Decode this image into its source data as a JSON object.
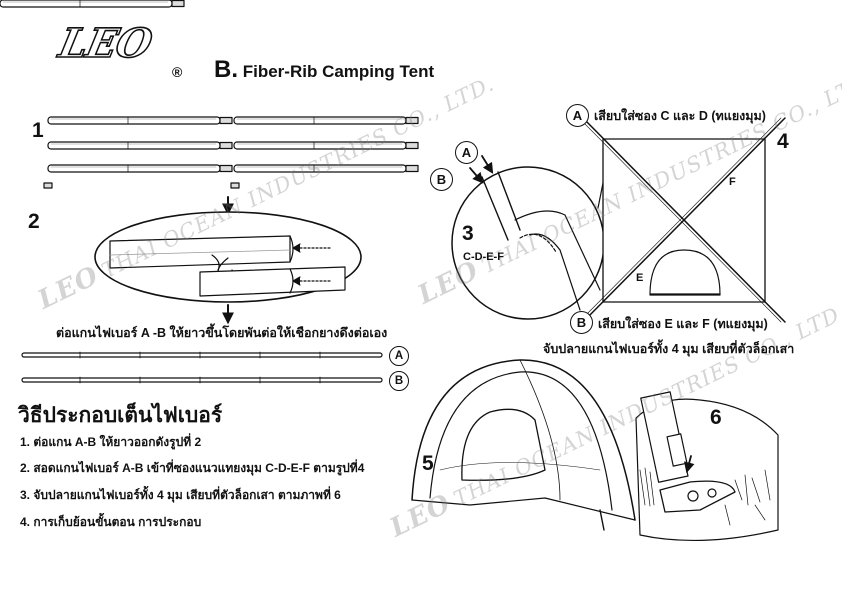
{
  "header": {
    "brand": "LEO",
    "registered": "®",
    "title_prefix": "B.",
    "title": "Fiber-Rib Camping Tent"
  },
  "steps": [
    "1",
    "2",
    "3",
    "4",
    "5",
    "6"
  ],
  "step2": {
    "caption": "ต่อแกนไฟเบอร์ A -B ให้ยาวขึ้นโดยพันต่อให้เชือกยางดึงต่อเอง"
  },
  "rods": [
    {
      "label": "A"
    },
    {
      "label": "B"
    }
  ],
  "corner_detail": {
    "label_a": "A",
    "label_b": "B",
    "sleeves": "C-D-E-F"
  },
  "top_view": {
    "label_a": "A",
    "caption_a": "เสียบใส่ซอง C และ D (ทแยงมุม)",
    "label_b": "B",
    "caption_b": "เสียบใส่ซอง E และ F (ทแยงมุม)",
    "corner_f": "F",
    "corner_e": "E",
    "caption_lock": "จับปลายแกนไฟเบอร์ทั้ง 4 มุม เสียบที่ตัวล็อกเสา"
  },
  "instructions": {
    "heading": "วิธีประกอบเต็นไฟเบอร์",
    "items": [
      "1. ต่อแกน A-B ให้ยาวออกดังรูปที่ 2",
      "2. สอดแกนไฟเบอร์ A-B เข้าที่ซองแนวแทยงมุม C-D-E-F ตามรูปที่4",
      "3. จับปลายแกนไฟเบอร์ทั้ง 4 มุม เสียบที่ตัวล็อกเสา ตามภาพที่ 6",
      "4. การเก็บย้อนขั้นตอน การประกอบ"
    ]
  },
  "watermarks": {
    "logo": "LEO",
    "text": "THAI OCEAN INDUSTRIES CO., LTD."
  }
}
